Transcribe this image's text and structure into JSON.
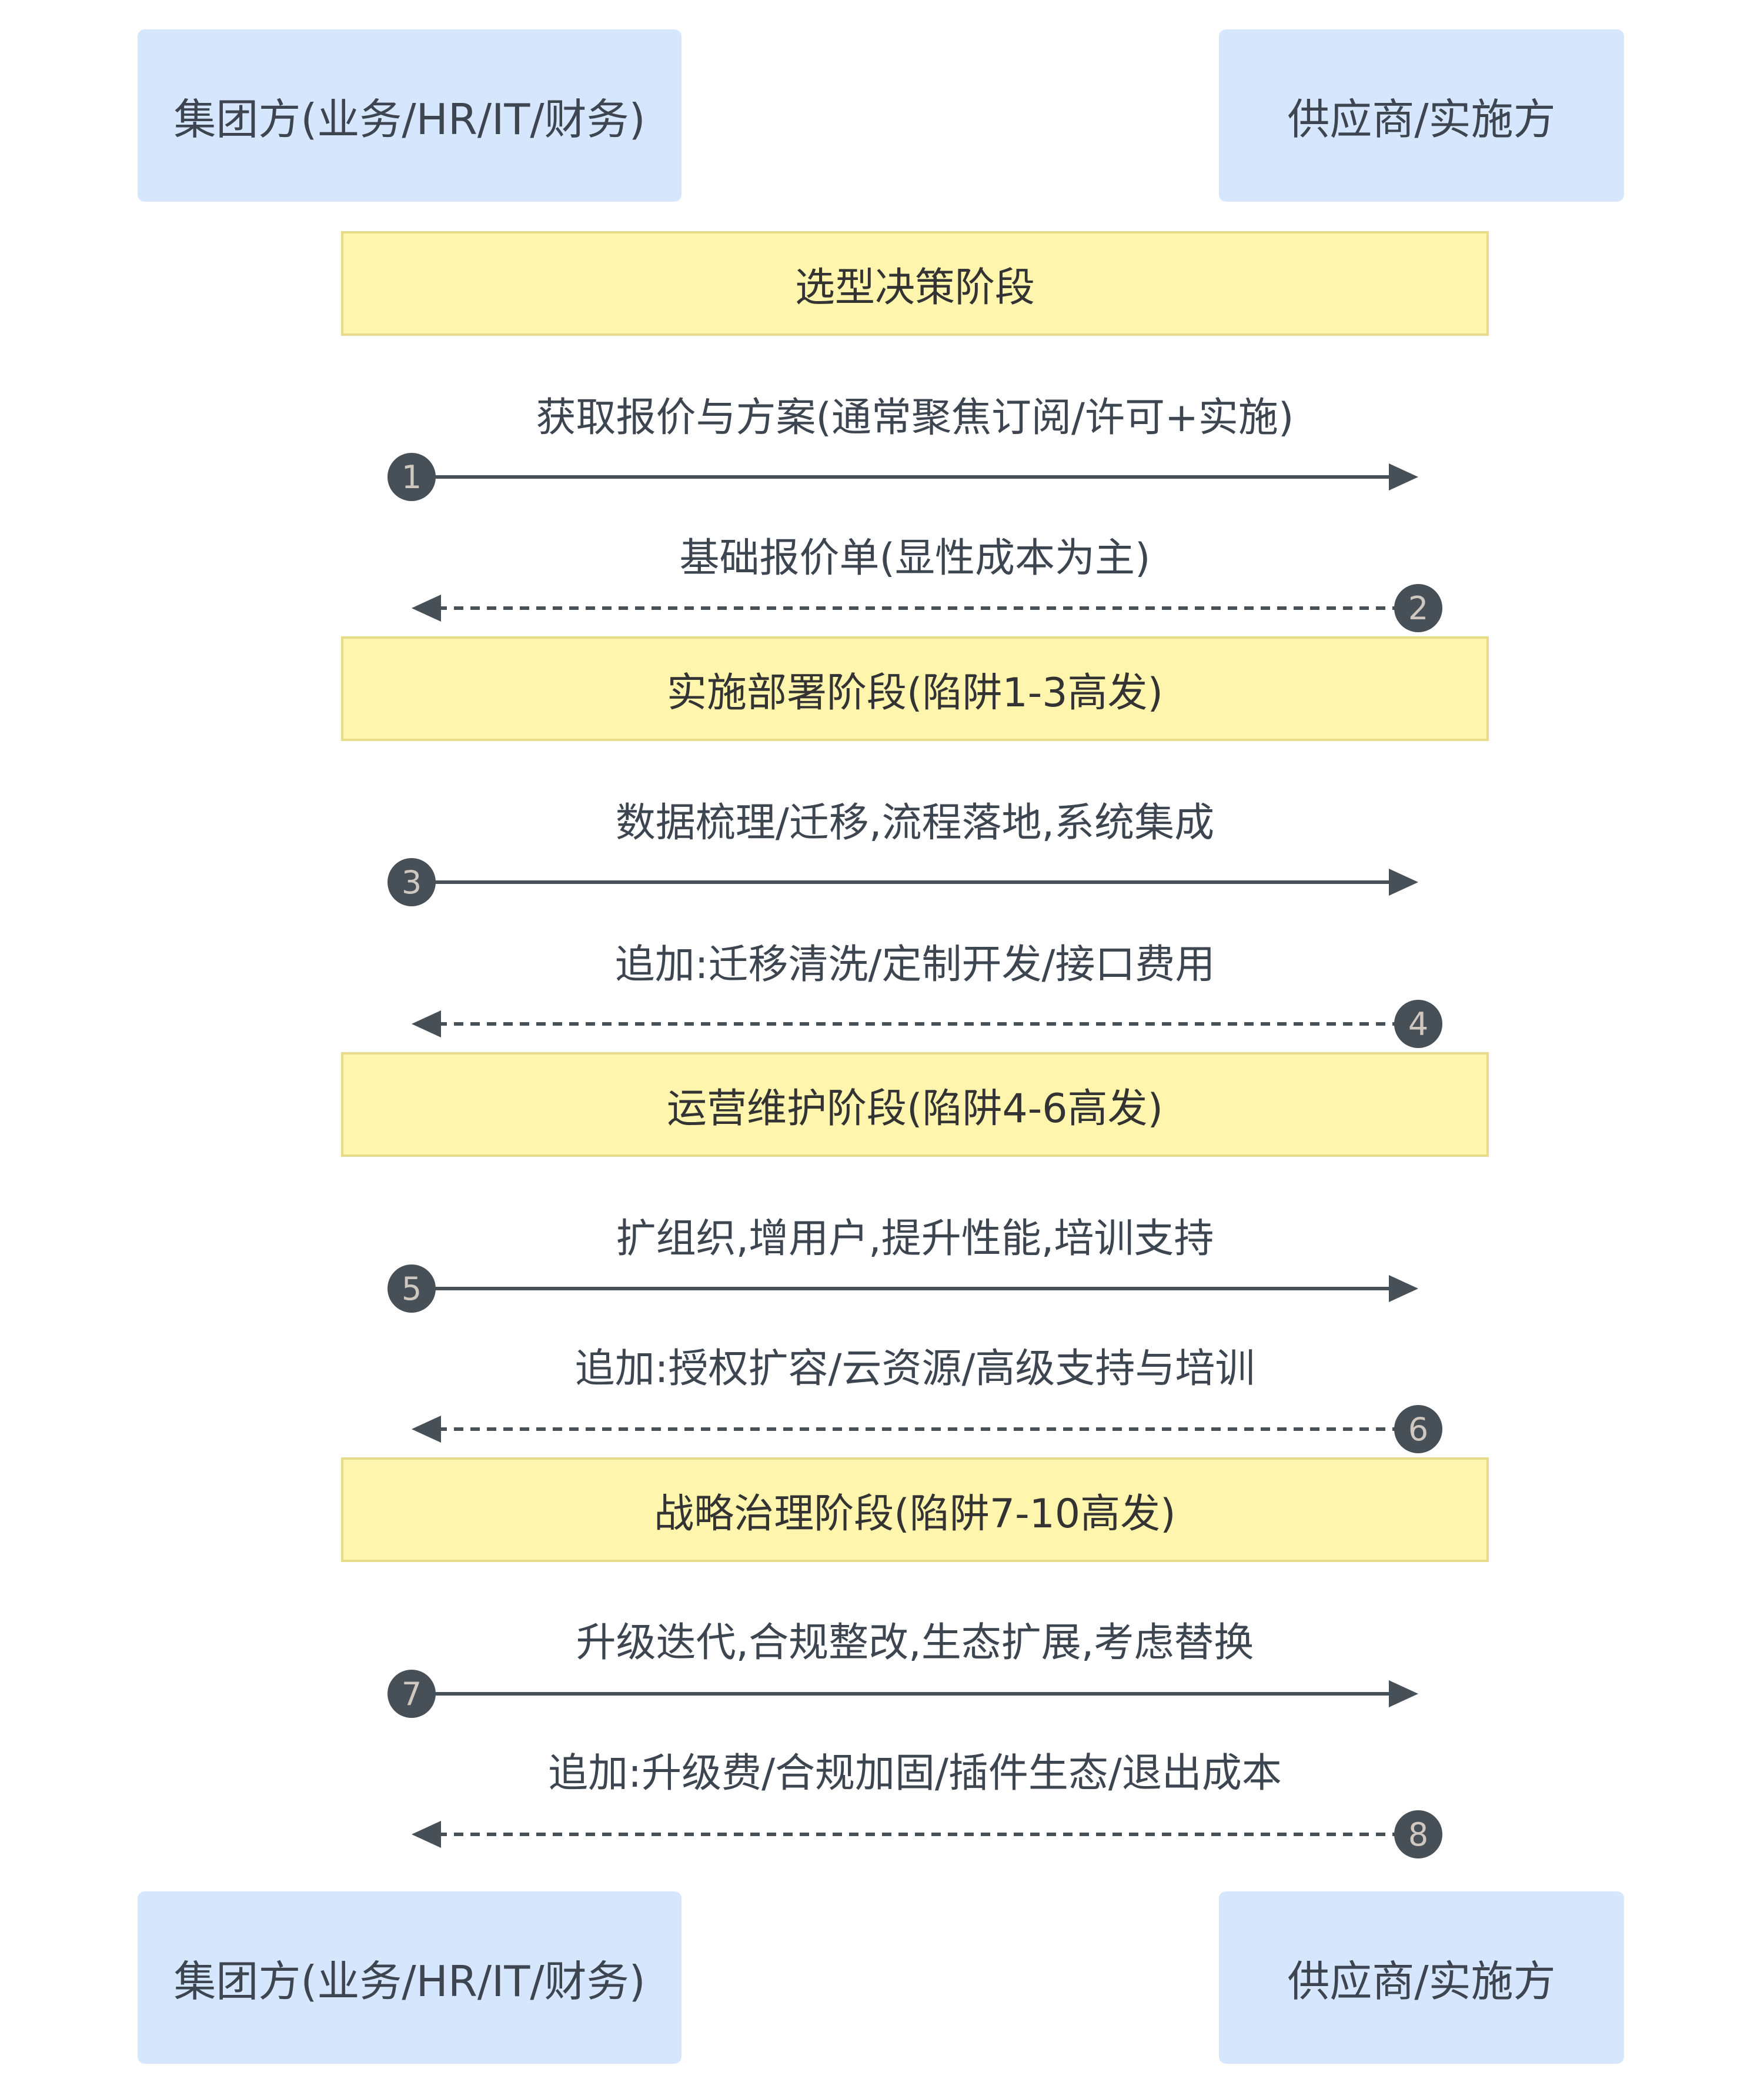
{
  "participants": {
    "group": "集团方(业务/HR/IT/财务)",
    "vendor": "供应商/实施方"
  },
  "colors": {
    "actor_fill": "#d6e6fd",
    "note_fill": "#fff5ad",
    "note_border": "#e8dc8a",
    "line": "#474f57"
  },
  "phases": [
    "选型决策阶段",
    "实施部署阶段(陷阱1-3高发)",
    "运营维护阶段(陷阱4-6高发)",
    "战略治理阶段(陷阱7-10高发)"
  ],
  "messages": [
    {
      "num": "1",
      "direction": "right",
      "style": "solid",
      "label": "获取报价与方案(通常聚焦订阅/许可+实施)"
    },
    {
      "num": "2",
      "direction": "left",
      "style": "dashed",
      "label": "基础报价单(显性成本为主)"
    },
    {
      "num": "3",
      "direction": "right",
      "style": "solid",
      "label": "数据梳理/迁移,流程落地,系统集成"
    },
    {
      "num": "4",
      "direction": "left",
      "style": "dashed",
      "label": "追加:迁移清洗/定制开发/接口费用"
    },
    {
      "num": "5",
      "direction": "right",
      "style": "solid",
      "label": "扩组织,增用户,提升性能,培训支持"
    },
    {
      "num": "6",
      "direction": "left",
      "style": "dashed",
      "label": "追加:授权扩容/云资源/高级支持与培训"
    },
    {
      "num": "7",
      "direction": "right",
      "style": "solid",
      "label": "升级迭代,合规整改,生态扩展,考虑替换"
    },
    {
      "num": "8",
      "direction": "left",
      "style": "dashed",
      "label": "追加:升级费/合规加固/插件生态/退出成本"
    }
  ]
}
